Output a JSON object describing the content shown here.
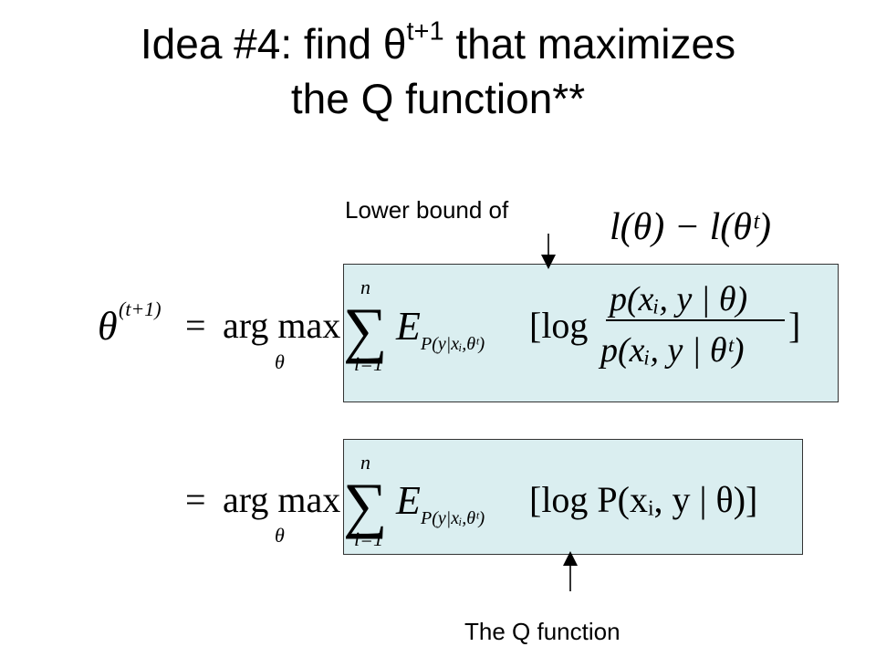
{
  "slide": {
    "title_prefix": "Idea #4: find θ",
    "title_superscript": "t+1",
    "title_suffix": " that maximizes",
    "title_line2": "the Q function**",
    "lower_bound_label": "Lower bound of",
    "q_function_label": "The Q function",
    "box_color": "#daeef0"
  },
  "formula": {
    "lower_bound_expression": "l(θ) − l(θᵗ)",
    "lhs_symbol": "θ",
    "lhs_superscript": "(t+1)",
    "equals": "=",
    "argmax": "arg max",
    "argmax_subscript": "θ",
    "sum_upper": "n",
    "sum_lower": "i=1",
    "expectation": "E",
    "expectation_subscript": "P(y|xᵢ,θᵗ)",
    "ratio_prefix": "[log",
    "ratio_numerator": "p(xᵢ, y | θ)",
    "ratio_denominator": "p(xᵢ, y | θᵗ)",
    "ratio_suffix": "]",
    "q_term": "[log P(xᵢ, y | θ)]"
  }
}
